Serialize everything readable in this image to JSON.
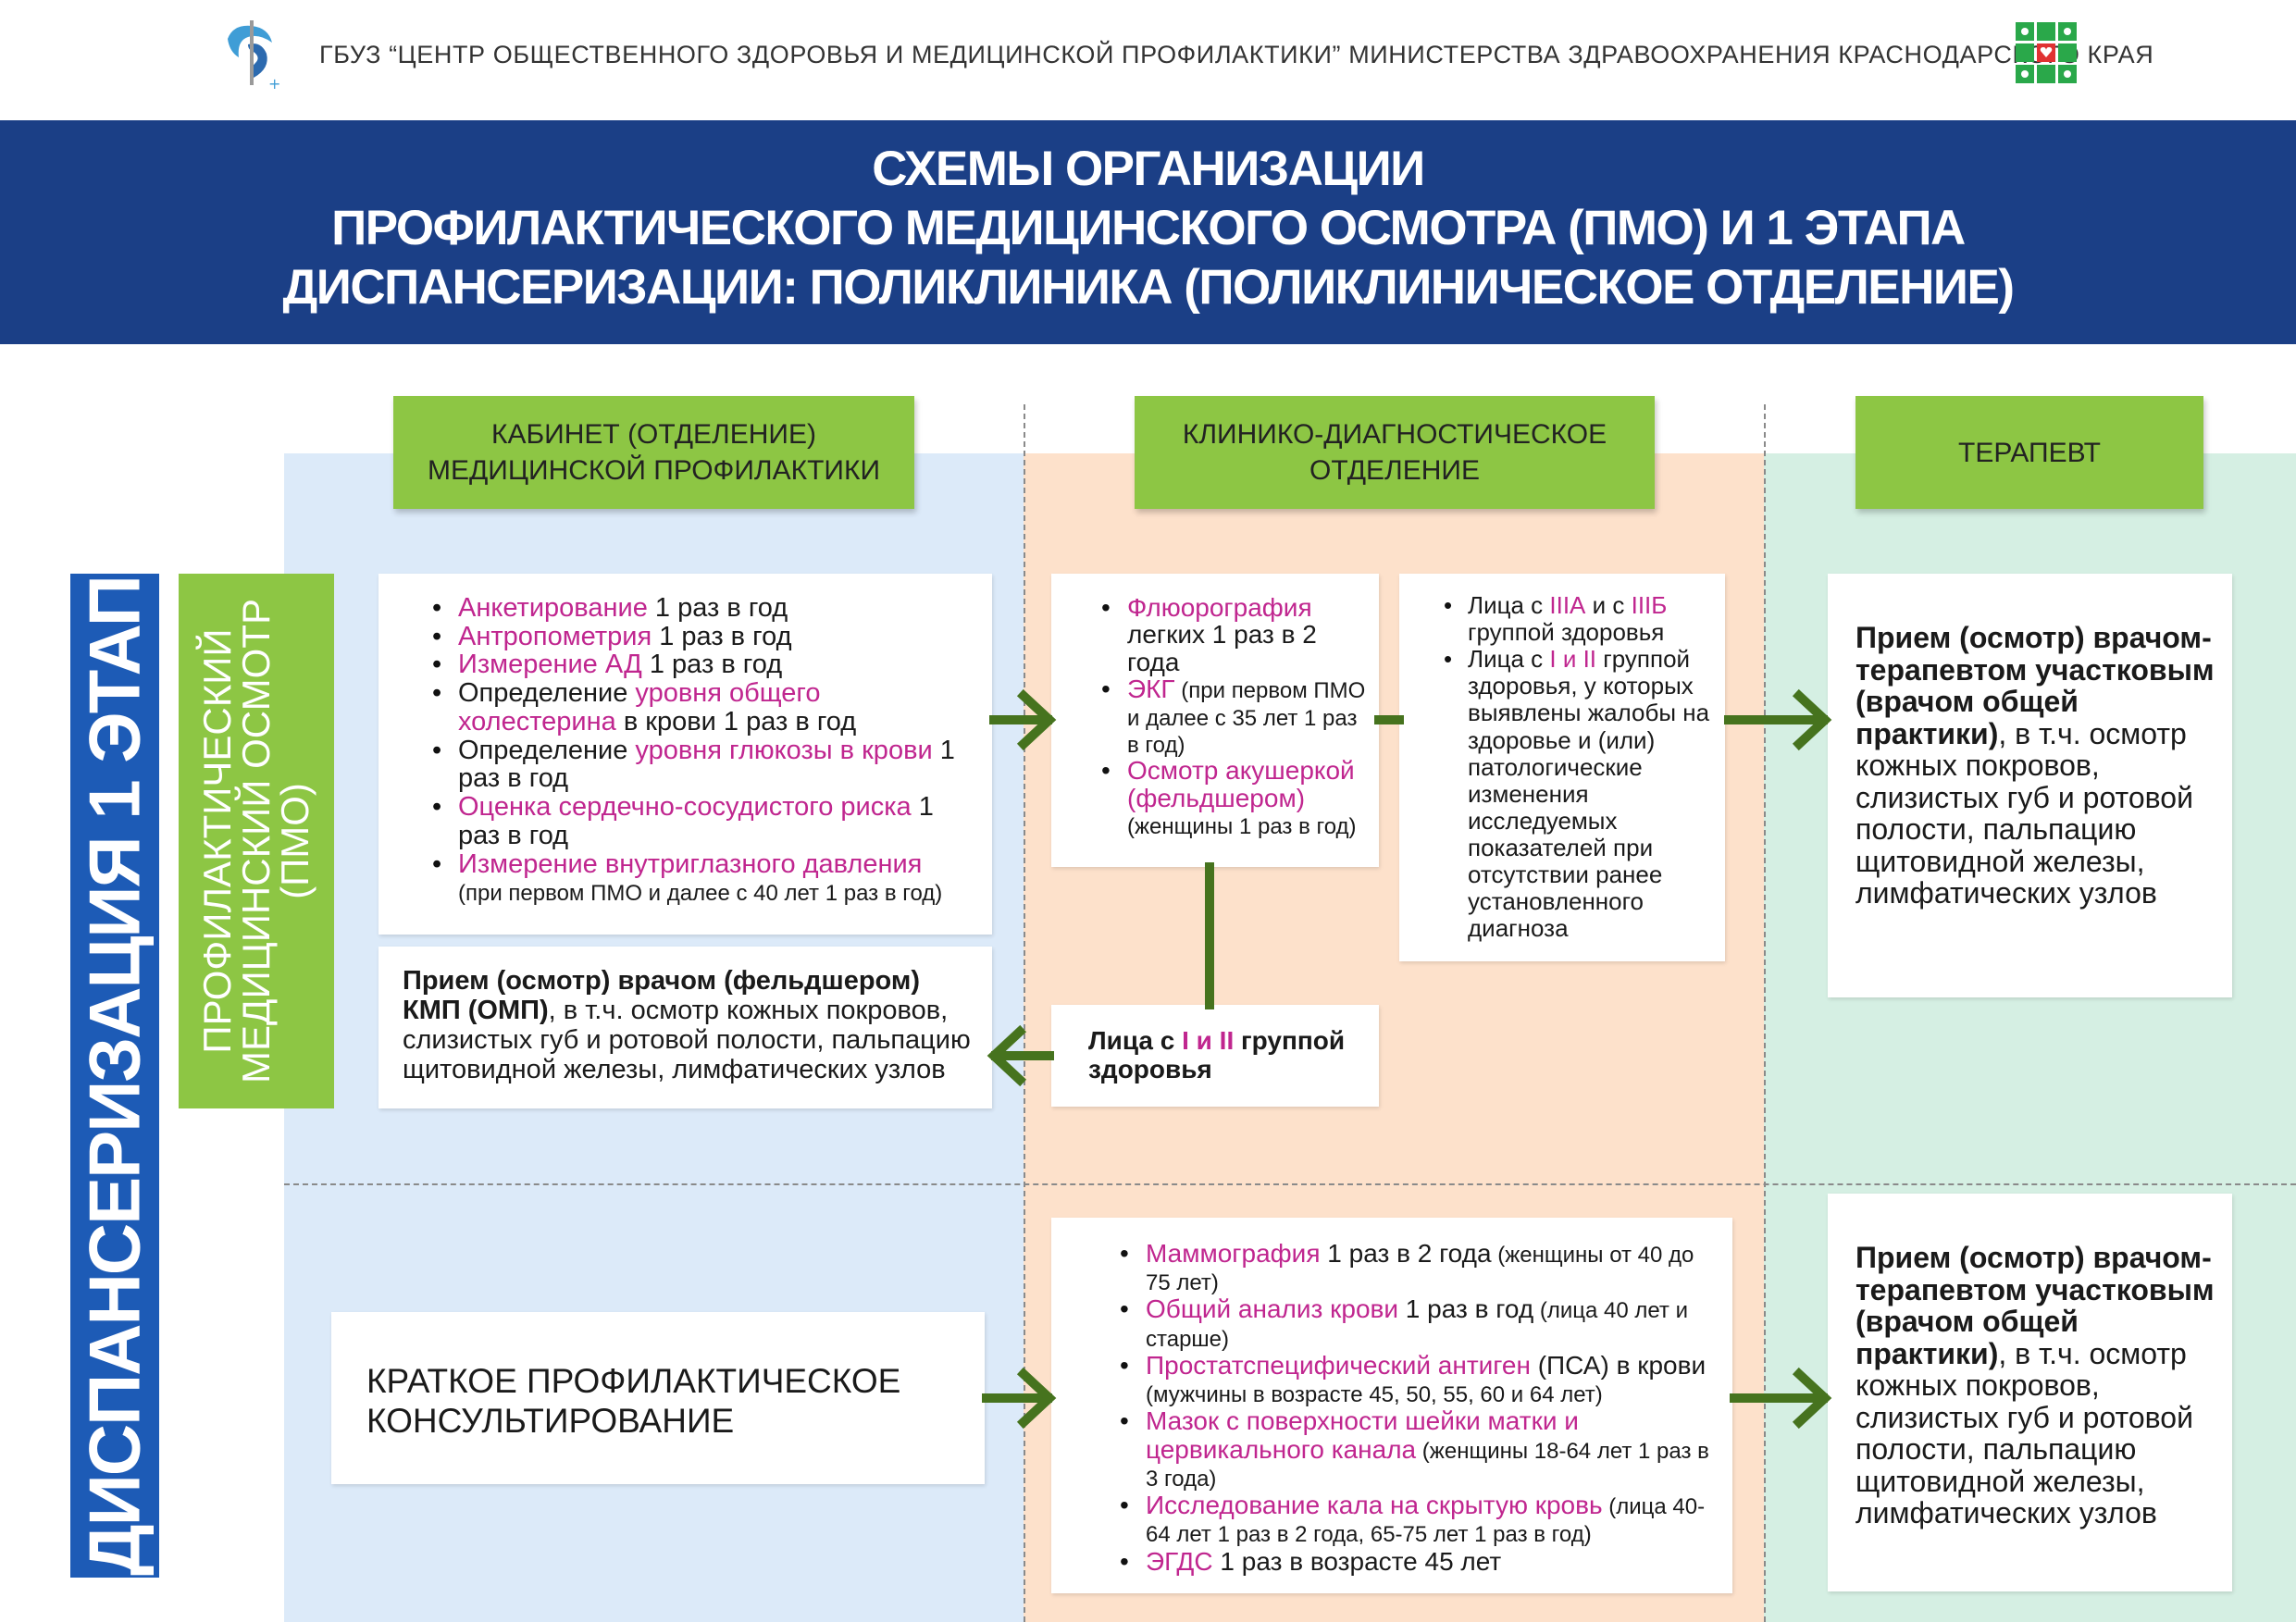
{
  "header": {
    "org": "ГБУЗ “ЦЕНТР ОБЩЕСТВЕННОГО ЗДОРОВЬЯ И МЕДИЦИНСКОЙ ПРОФИЛАКТИКИ” МИНИСТЕРСТВА ЗДРАВООХРАНЕНИЯ КРАСНОДАРСКОГО КРАЯ",
    "title_lines": [
      "СХЕМЫ ОРГАНИЗАЦИИ",
      "ПРОФИЛАКТИЧЕСКОГО МЕДИЦИНСКОГО ОСМОТРА (ПМО) И 1 ЭТАПА",
      "ДИСПАНСЕРИЗАЦИИ: ПОЛИКЛИНИКА (ПОЛИКЛИНИЧЕСКОЕ ОТДЕЛЕНИЕ)"
    ]
  },
  "colors": {
    "banner": "#1b3f86",
    "green": "#8dc644",
    "stage_blue": "#1d5bb6",
    "accent": "#c0268f",
    "arrow": "#46731e"
  },
  "columns": {
    "c1": [
      "КАБИНЕТ (ОТДЕЛЕНИЕ)",
      "МЕДИЦИНСКОЙ ПРОФИЛАКТИКИ"
    ],
    "c2": [
      "КЛИНИКО-ДИАГНОСТИЧЕСКОЕ",
      "ОТДЕЛЕНИЕ"
    ],
    "c3": "ТЕРАПЕВТ"
  },
  "stage_label": "ДИСПАНСЕРИЗАЦИЯ 1 ЭТАП",
  "pmo_label": [
    "ПРОФИЛАКТИЧЕСКИЙ",
    "МЕДИЦИНСКИЙ ОСМОТР",
    "(ПМО)"
  ],
  "box1": {
    "items": [
      {
        "h": "Анкетирование",
        "t": " 1 раз в год"
      },
      {
        "h": "Антропометрия",
        "t": " 1 раз в год"
      },
      {
        "h": "Измерение АД",
        "t": " 1 раз в год"
      },
      {
        "p": "Определение ",
        "h": "уровня общего холестерина",
        "t": " в крови 1 раз в год"
      },
      {
        "p": "Определение ",
        "h": "уровня глюкозы в крови",
        "t": " 1 раз в год"
      },
      {
        "h": "Оценка сердечно-сосудистого риска",
        "t": " 1 раз в год"
      },
      {
        "h": "Измерение внутриглазного давления",
        "s": "(при первом ПМО и далее с 40 лет 1 раз в год)"
      }
    ]
  },
  "box2": {
    "bold": "Прием (осмотр) врачом (фельдшером) КМП (ОМП)",
    "rest": ", в т.ч. осмотр кожных покровов, слизистых губ и ротовой полости, пальпацию щитовидной железы, лимфатических узлов"
  },
  "box3": {
    "items": [
      {
        "h": "Флюорография",
        "t": " легких 1 раз в 2 года"
      },
      {
        "h": "ЭКГ",
        "s": " (при первом ПМО и далее с 35 лет 1 раз в год)"
      },
      {
        "h": "Осмотр акушеркой (фельдшером)",
        "s": " (женщины 1 раз в год)"
      }
    ]
  },
  "box4": {
    "i1": {
      "a": "Лица с ",
      "b": "IIIА",
      "c": " и с ",
      "d": "IIIБ",
      "e": " группой здоровья"
    },
    "i2": {
      "a": "Лица с ",
      "b": "I и II",
      "c": " группой здоровья, у которых выявлены жалобы на здоровье  и (или) патологические изменения исследуемых показателей при отсутствии ранее установленного диагноза"
    }
  },
  "box5": {
    "a": "Лица с ",
    "b": "I и II",
    "c": " группой здоровья"
  },
  "box6": {
    "lines": [
      "КРАТКОЕ ПРОФИЛАКТИЧЕСКОЕ",
      "КОНСУЛЬТИРОВАНИЕ"
    ]
  },
  "box7": {
    "items": [
      {
        "h": "Маммография",
        "t": " 1 раз в 2 года",
        "s": " (женщины от 40 до 75 лет)"
      },
      {
        "h": "Общий анализ крови",
        "t": " 1 раз в год",
        "s": " (лица 40 лет и старше)"
      },
      {
        "h": "Простатспецифический антиген",
        "t": " (ПСА) в крови",
        "s": " (мужчины в возрасте 45, 50, 55, 60 и 64 лет)"
      },
      {
        "h": "Мазок с поверхности шейки матки и цервикального канала",
        "s": " (женщины 18-64 лет 1 раз в 3 года)"
      },
      {
        "h": "Исследование кала на скрытую кровь",
        "s": " (лица 40-64 лет 1 раз в 2 года, 65-75 лет 1 раз в год)"
      },
      {
        "h": "ЭГДС",
        "t": " 1 раз в возрасте 45 лет"
      }
    ]
  },
  "therapist": {
    "bold": "Прием (осмотр) врачом-терапевтом участковым (врачом общей практики)",
    "rest": ", в т.ч. осмотр кожных покровов, слизистых губ и ротовой полости, пальпацию щитовидной железы, лимфатических узлов"
  }
}
